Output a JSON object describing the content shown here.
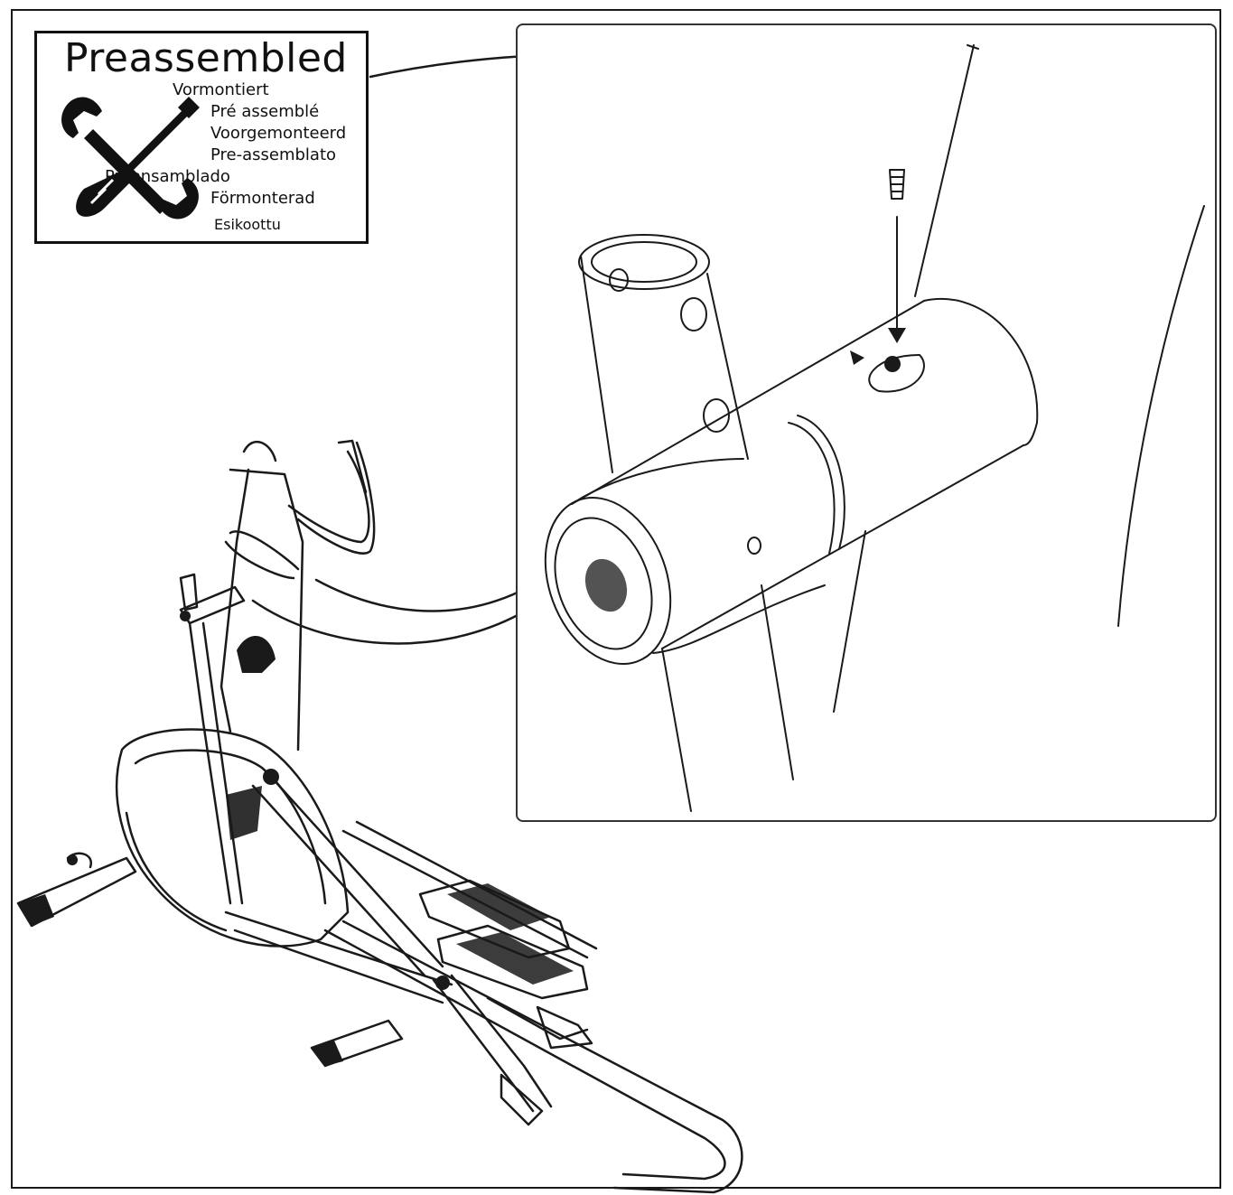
{
  "label": {
    "title": "Preassembled",
    "translations": [
      "Vormontiert",
      "Pré assemblé",
      "Voorgemonteerd",
      "Pre-assemblato",
      "Preensamblado",
      "Förmonterad",
      "Esikoottu"
    ],
    "icon": "wrench-screwdriver-icon"
  },
  "colors": {
    "line": "#1a1a1a",
    "background": "#ffffff"
  }
}
